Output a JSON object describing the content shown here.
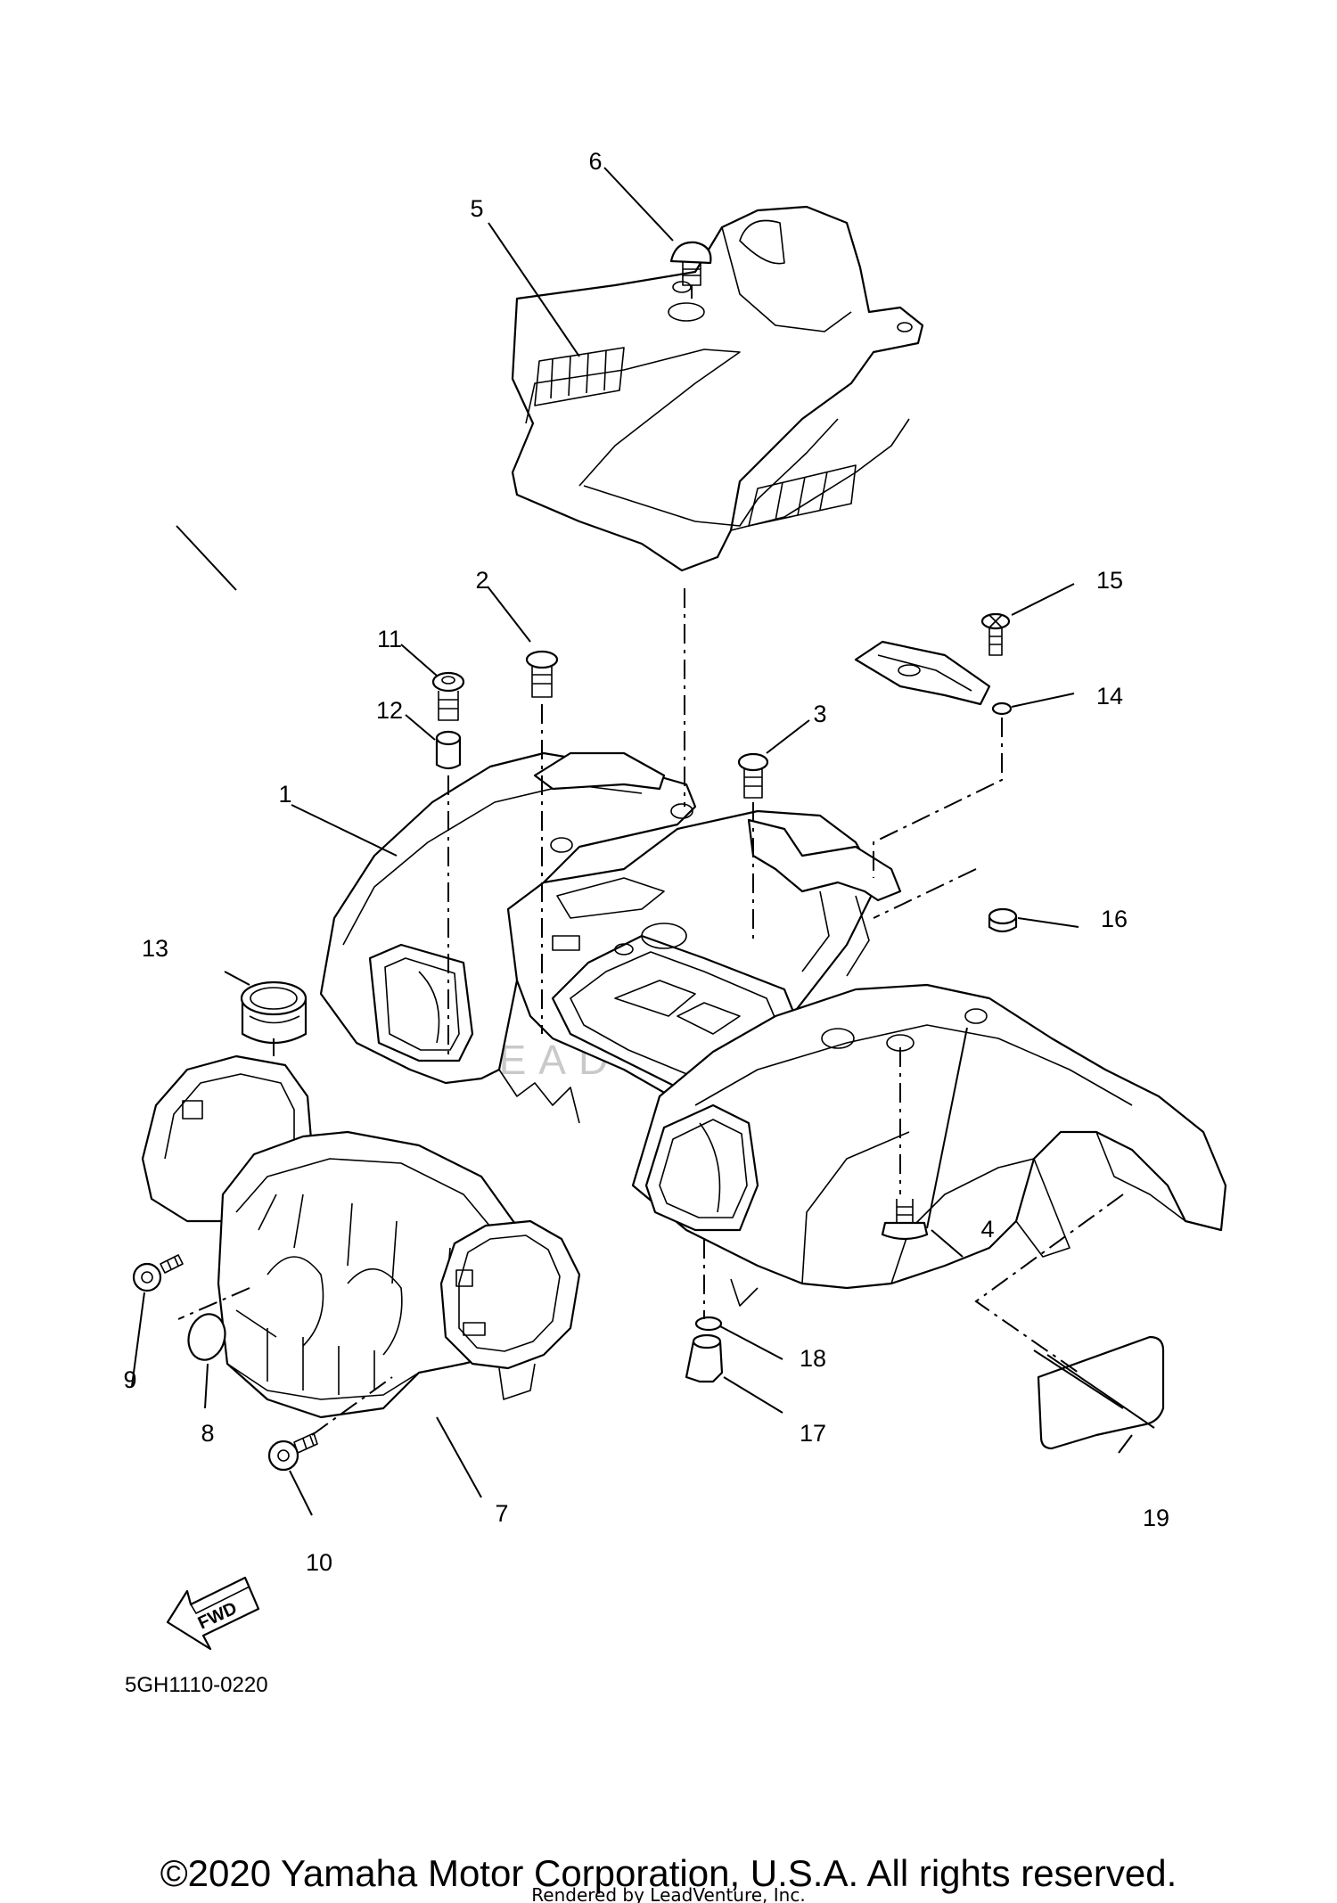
{
  "callouts": [
    {
      "id": "1",
      "label": "1"
    },
    {
      "id": "2",
      "label": "2"
    },
    {
      "id": "3",
      "label": "3"
    },
    {
      "id": "4",
      "label": "4"
    },
    {
      "id": "5",
      "label": "5"
    },
    {
      "id": "6",
      "label": "6"
    },
    {
      "id": "7",
      "label": "7"
    },
    {
      "id": "8",
      "label": "8"
    },
    {
      "id": "9",
      "label": "9"
    },
    {
      "id": "10",
      "label": "10"
    },
    {
      "id": "11",
      "label": "11"
    },
    {
      "id": "12",
      "label": "12"
    },
    {
      "id": "13",
      "label": "13"
    },
    {
      "id": "14",
      "label": "14"
    },
    {
      "id": "15",
      "label": "15"
    },
    {
      "id": "16",
      "label": "16"
    },
    {
      "id": "17",
      "label": "17"
    },
    {
      "id": "18",
      "label": "18"
    },
    {
      "id": "19",
      "label": "19"
    }
  ],
  "fwd_label": "FWD",
  "diagram_code": "5GH1110-0220",
  "copyright": "©2020 Yamaha Motor Corporation, U.S.A. All rights reserved.",
  "rendered_by": "Rendered by LeadVenture, Inc.",
  "watermark": "LEADVENTURE"
}
